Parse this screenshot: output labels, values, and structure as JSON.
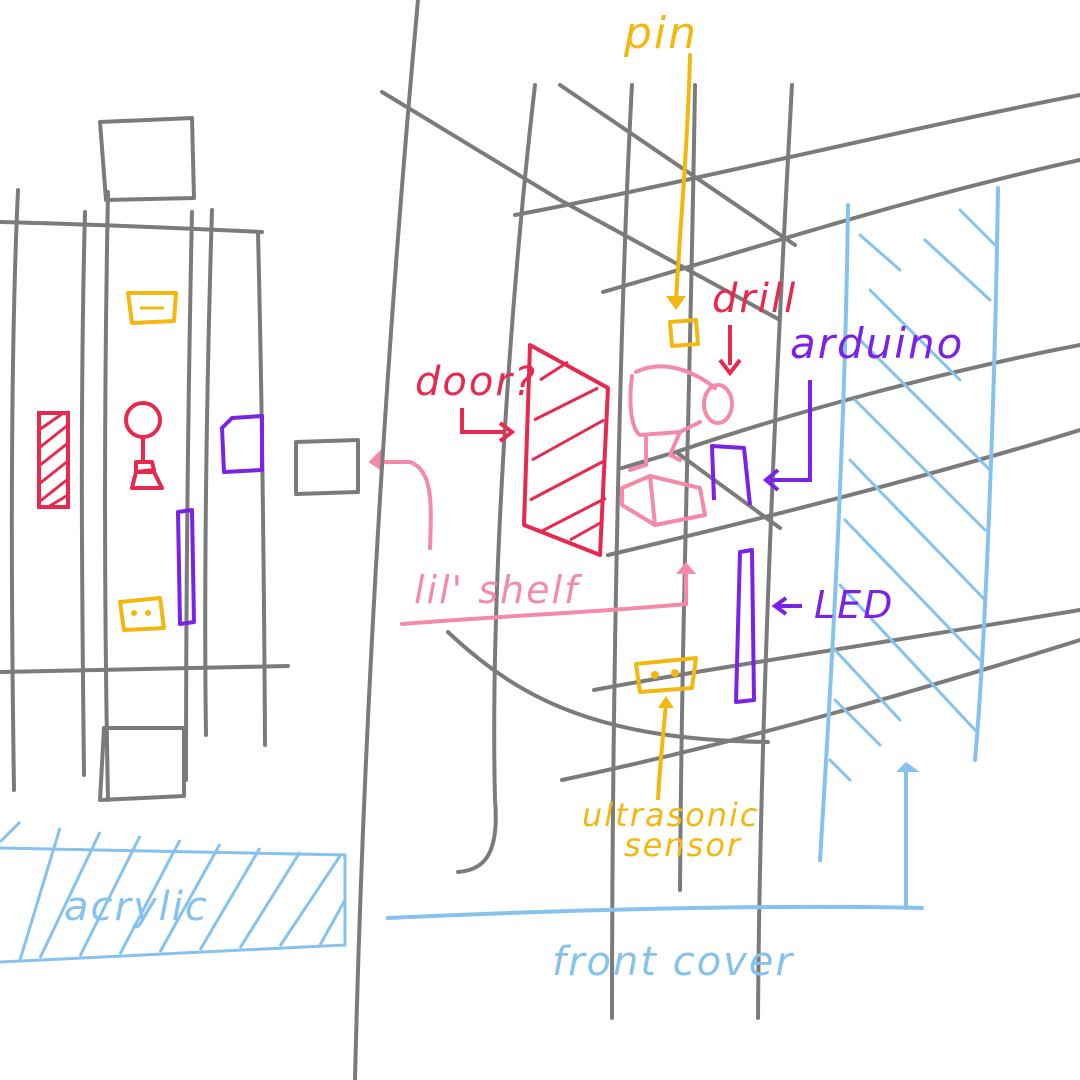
{
  "labels": {
    "pin": "pin",
    "drill": "drill",
    "arduino": "arduino",
    "door": "door?",
    "lil_shelf": "lil' shelf",
    "led": "LED",
    "ultrasonic_line1": "ultrasonic",
    "ultrasonic_line2": "sensor",
    "acrylic": "acrylic",
    "front_cover": "front cover"
  },
  "colors": {
    "frame": "#7b7b7b",
    "pin": "#f2b80f",
    "sensor": "#f2b80f",
    "door": "#e8294f",
    "drill": "#f48aa8",
    "shelf": "#f48aa8",
    "arduino": "#7a22e6",
    "led": "#7a22e6",
    "acrylic": "#86c2ee",
    "front_cover": "#86c2ee"
  }
}
